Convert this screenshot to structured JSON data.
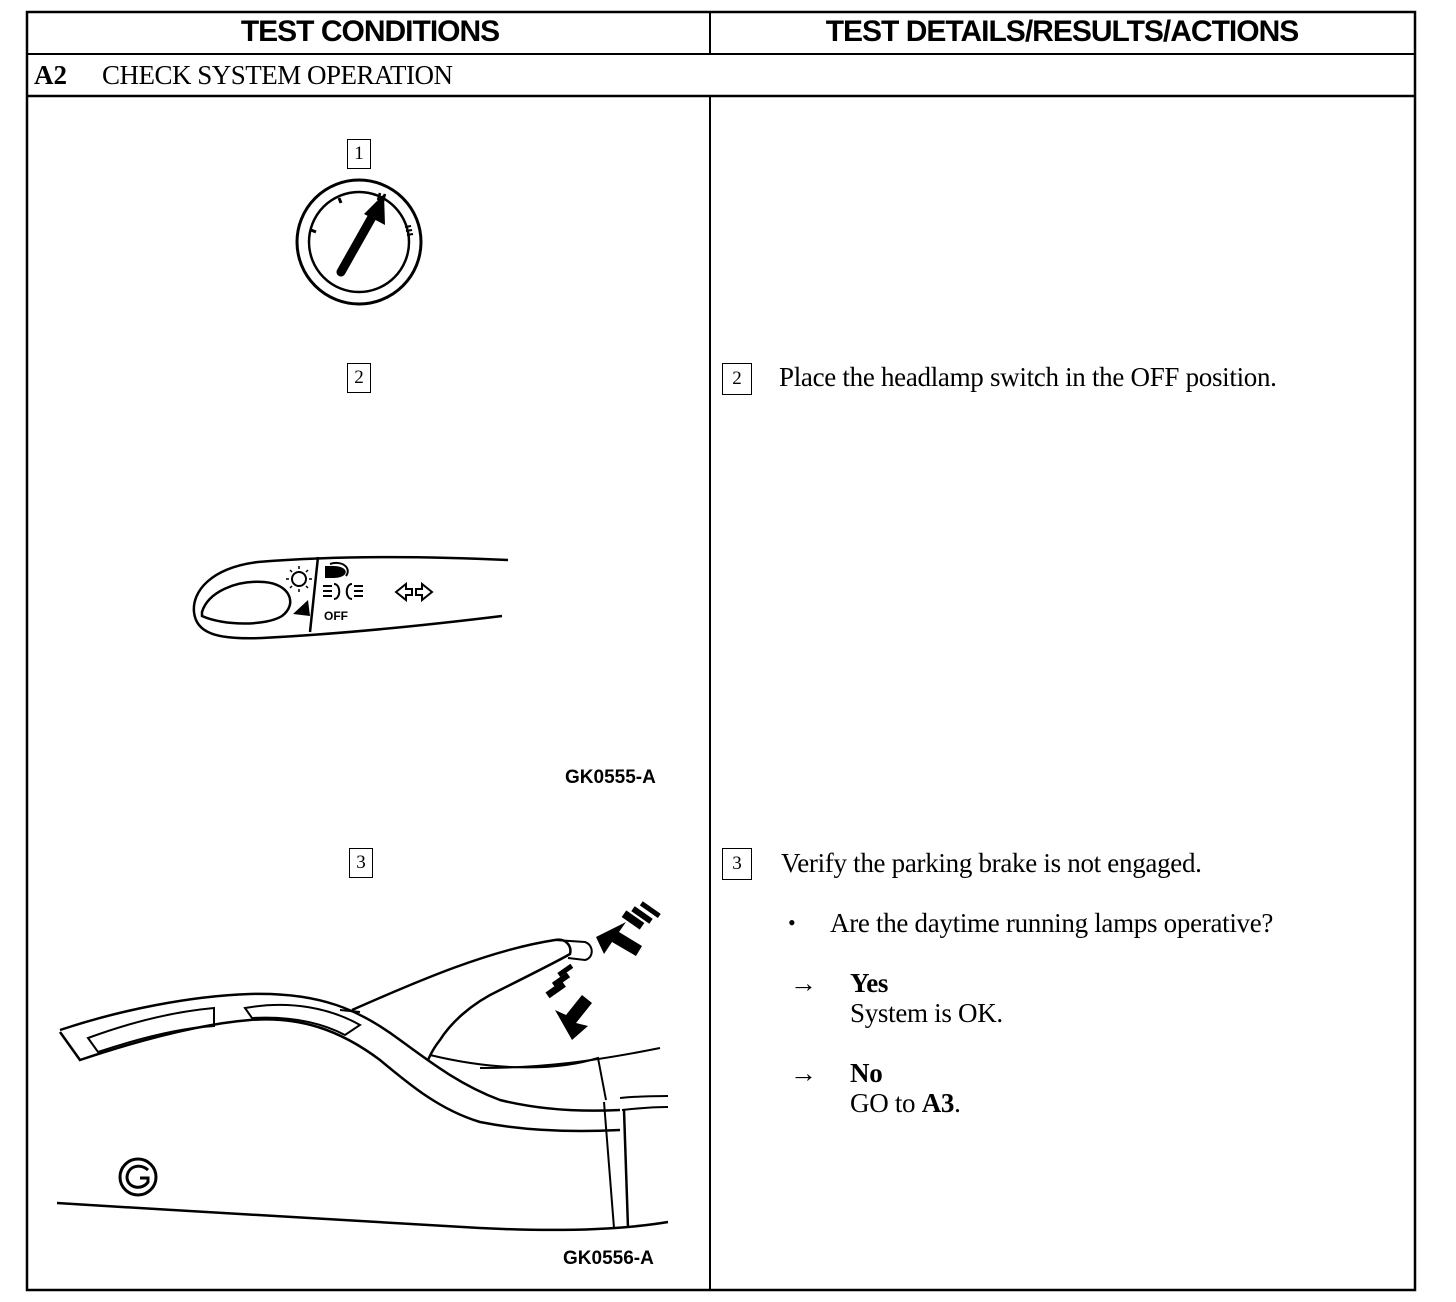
{
  "headers": {
    "test_conditions": "TEST CONDITIONS",
    "test_details": "TEST DETAILS/RESULTS/ACTIONS"
  },
  "section": {
    "id": "A2",
    "title": "CHECK SYSTEM OPERATION"
  },
  "left": {
    "step1_label": "1",
    "step2_label": "2",
    "step3_label": "3",
    "switch_off_label": "OFF",
    "figure_code_1": "GK0555-A",
    "figure_code_2": "GK0556-A"
  },
  "right": {
    "step2": {
      "label": "2",
      "text": "Place the headlamp switch in the OFF position."
    },
    "step3": {
      "label": "3",
      "text": "Verify the parking brake is not engaged."
    },
    "bullet": "•",
    "question": "Are the daytime running lamps operative?",
    "arrow": "→",
    "yes_label": "Yes",
    "yes_action": "System is OK.",
    "no_label": "No",
    "no_action_prefix": "GO to ",
    "no_action_target": "A3",
    "no_action_suffix": "."
  }
}
